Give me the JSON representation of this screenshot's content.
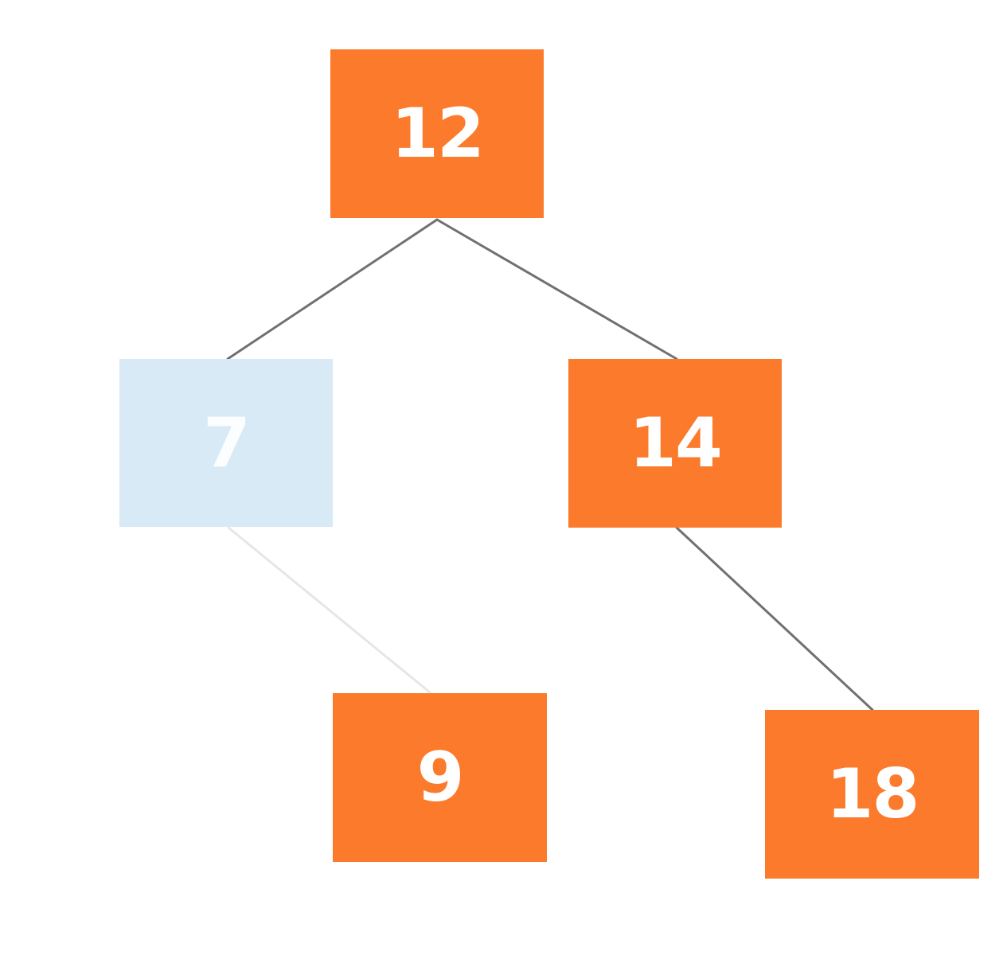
{
  "colors": {
    "node_active": "#FB7A2B",
    "node_faded": "#D7EAF6",
    "edge": "#707070",
    "edge_faded": "#E6E6E6",
    "label": "#FFFFFF"
  },
  "tree": {
    "nodes": [
      {
        "id": "n12",
        "label": "12",
        "state": "active"
      },
      {
        "id": "n7",
        "label": "7",
        "state": "faded"
      },
      {
        "id": "n14",
        "label": "14",
        "state": "active"
      },
      {
        "id": "n9",
        "label": "9",
        "state": "active"
      },
      {
        "id": "n18",
        "label": "18",
        "state": "active"
      }
    ],
    "edges": [
      {
        "from": "n12",
        "to": "n7",
        "state": "normal"
      },
      {
        "from": "n12",
        "to": "n14",
        "state": "normal"
      },
      {
        "from": "n7",
        "to": "n9",
        "state": "faded"
      },
      {
        "from": "n14",
        "to": "n18",
        "state": "normal"
      }
    ]
  }
}
